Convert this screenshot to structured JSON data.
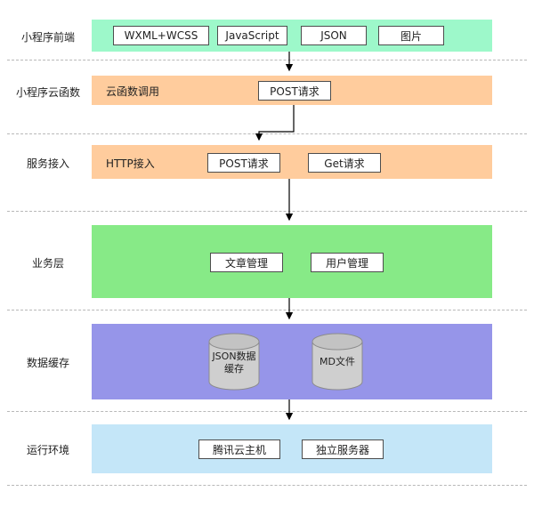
{
  "layers": [
    {
      "label": "小程序前端",
      "items": [
        "WXML+WCSS",
        "JavaScript",
        "JSON",
        "图片"
      ]
    },
    {
      "label": "小程序云函数",
      "inline": "云函数调用",
      "items": [
        "POST请求"
      ]
    },
    {
      "label": "服务接入",
      "inline": "HTTP接入",
      "items": [
        "POST请求",
        "Get请求"
      ]
    },
    {
      "label": "业务层",
      "items": [
        "文章管理",
        "用户管理"
      ]
    },
    {
      "label": "数据缓存",
      "cylinders": [
        "JSON数据缓存",
        "MD文件"
      ]
    },
    {
      "label": "运行环境",
      "items": [
        "腾讯云主机",
        "独立服务器"
      ]
    }
  ],
  "colors": {
    "frontend_bar": "#9df8ca",
    "cloud_bar": "#ffcc9d",
    "service_bar": "#ffcc9d",
    "business_bar": "#87ea87",
    "cache_bar": "#9695e9",
    "runtime_bar": "#c4e6f8",
    "cylinder_body": "#cfcfcf",
    "cylinder_top": "#c3c3c3",
    "arrow": "#000000",
    "separator": "#b8b8b8",
    "box_border": "#4d4d4d"
  }
}
